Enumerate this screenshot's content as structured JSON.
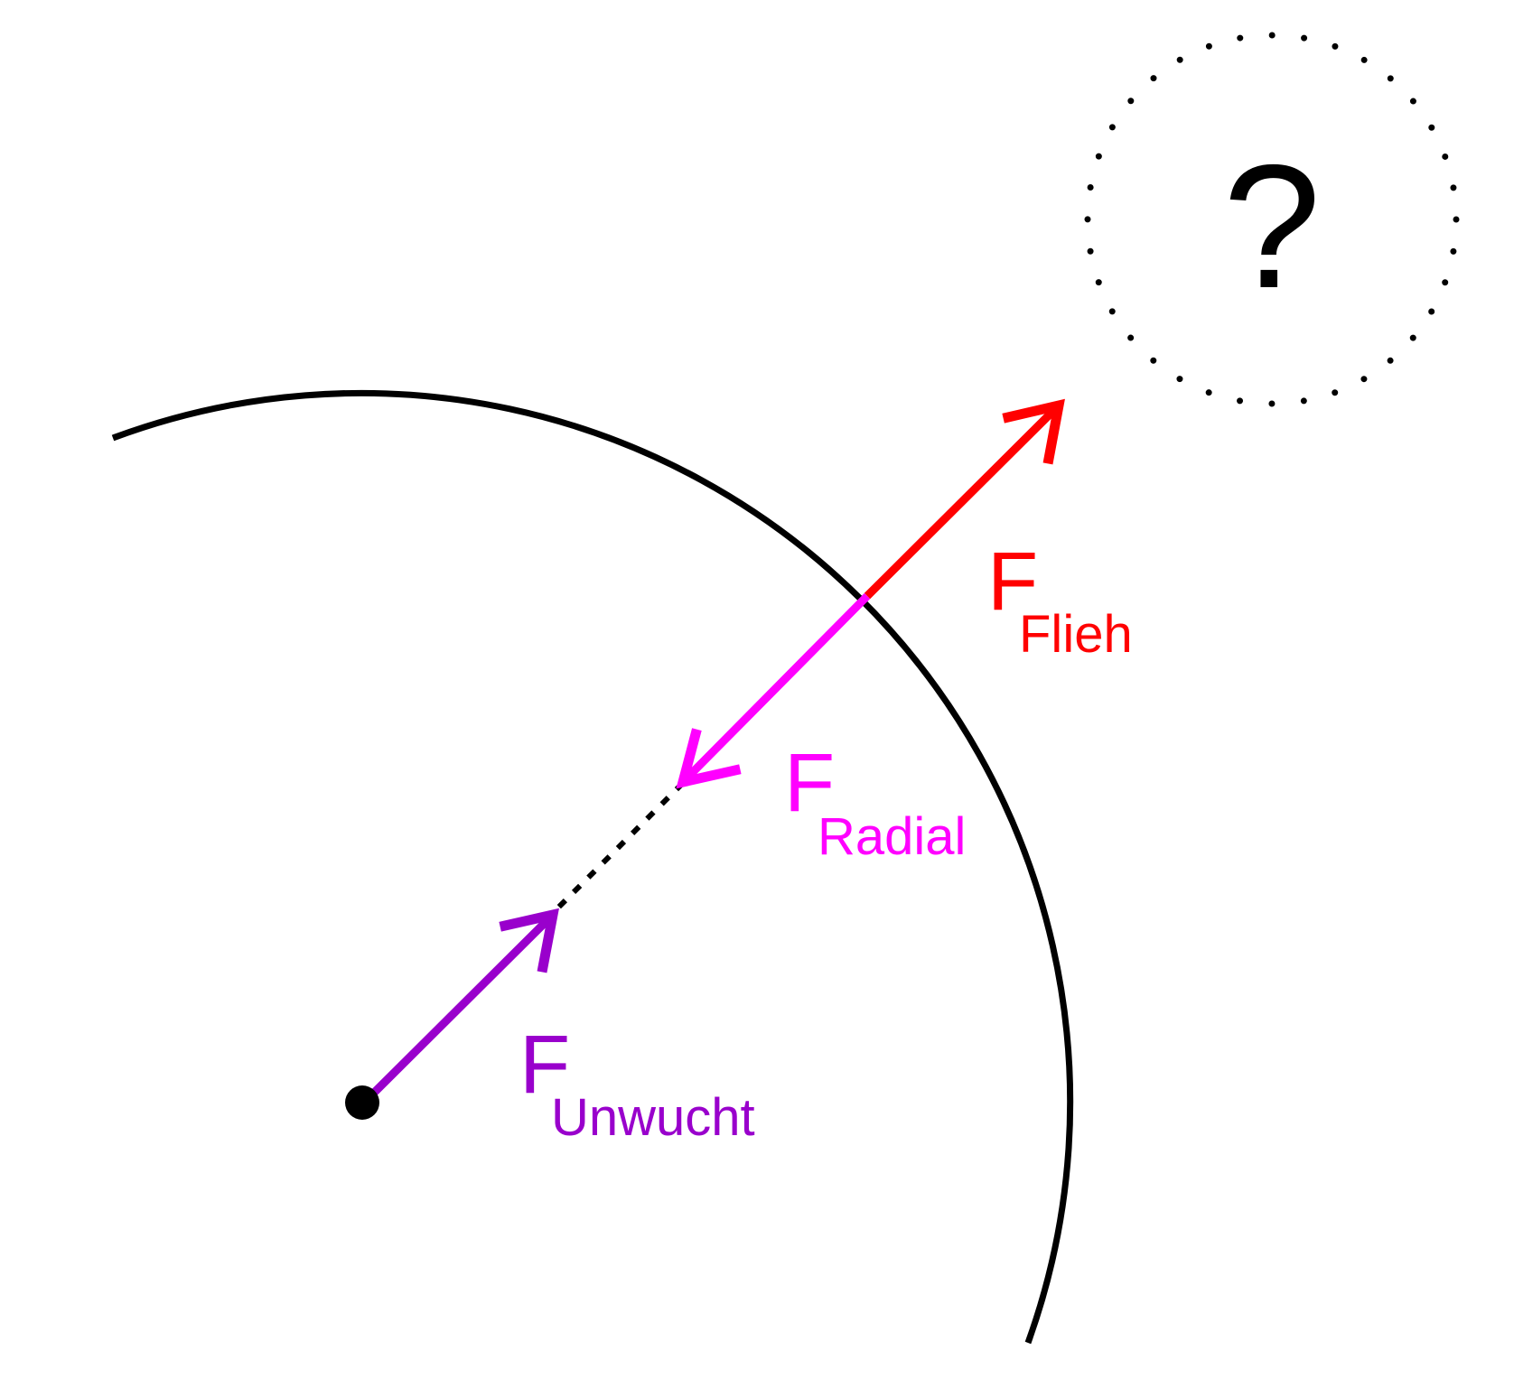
{
  "labels": {
    "fflieh": {
      "main": "F",
      "sub": "Flieh"
    },
    "fradial": {
      "main": "F",
      "sub": "Radial"
    },
    "funwucht": {
      "main": "F",
      "sub": "Unwucht"
    },
    "question": "?"
  },
  "colors": {
    "flieh": "#ff0000",
    "radial": "#ff00ff",
    "unwucht": "#9900cc",
    "line": "#000000",
    "background": "#ffffff"
  }
}
